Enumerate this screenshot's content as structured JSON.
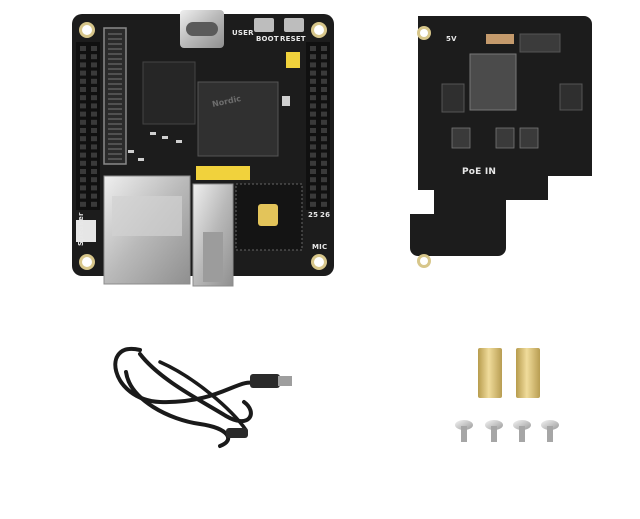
{
  "main_board": {
    "silkscreen": {
      "user": "USER",
      "boot": "BOOT",
      "reset": "RESET",
      "speaker": "Speaker",
      "mic": "MIC",
      "pin_25": "25",
      "pin_26": "26"
    },
    "chip_marking": "Nordic"
  },
  "poe_module": {
    "silkscreen": {
      "voltage": "5V",
      "poe_in": "PoE IN"
    }
  },
  "accessories": {
    "cable": "usb-cable",
    "standoff_count": 2,
    "screw_count": 4
  },
  "colors": {
    "pcb": "#1c1c1c",
    "pcb_edge": "#2a2a2a",
    "gold": "#d9c27a",
    "silver": "#c8c8c8",
    "yellow_header": "#f1d23c"
  }
}
